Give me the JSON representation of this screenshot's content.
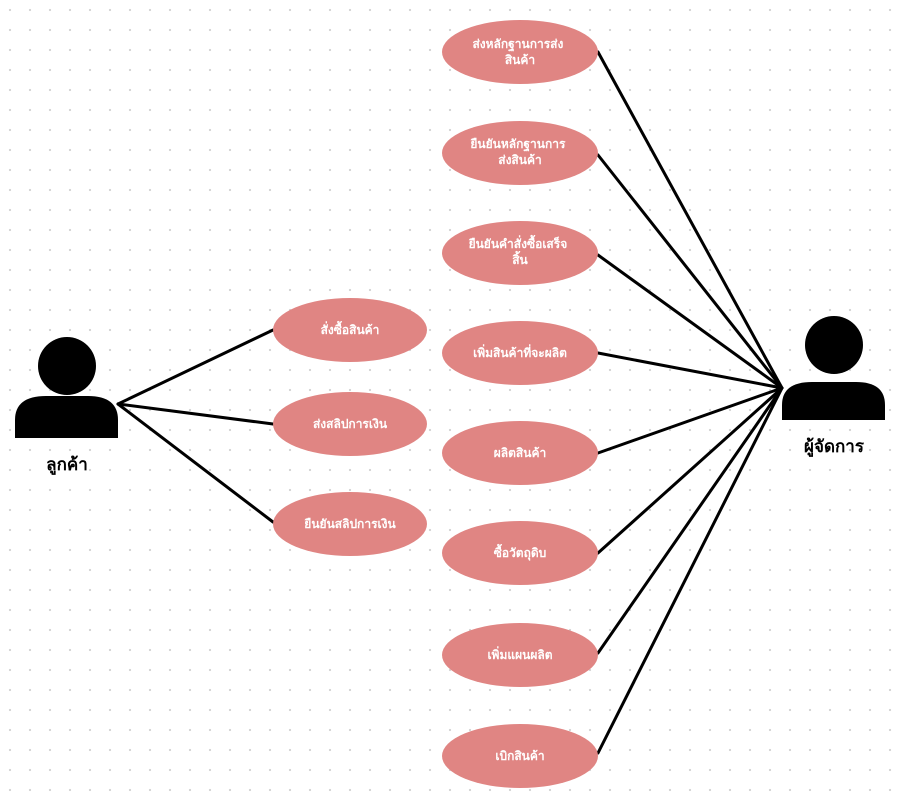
{
  "colors": {
    "use_case_fill": "#e08583",
    "use_case_text": "#ffffff",
    "actor": "#000000",
    "line": "#000000",
    "background": "#ffffff",
    "grid_dot": "#d6d6d6"
  },
  "actors": {
    "customer": {
      "label": "ลูกค้า",
      "icon": "person-icon"
    },
    "manager": {
      "label": "ผู้จัดการ",
      "icon": "person-icon"
    }
  },
  "customer_use_cases": [
    {
      "lines": [
        "สั่งซื้อสินค้า"
      ]
    },
    {
      "lines": [
        "ส่งสลิปการเงิน"
      ]
    },
    {
      "lines": [
        "ยืนยันสลิปการเงิน"
      ]
    }
  ],
  "manager_use_cases": [
    {
      "lines": [
        "ส่งหลักฐานการส่ง",
        "สินค้า"
      ]
    },
    {
      "lines": [
        "ยืนยันหลักฐานการ",
        "ส่งสินค้า"
      ]
    },
    {
      "lines": [
        "ยืนยันคำสั่งซื้อเสร็จ",
        "สิ้น"
      ]
    },
    {
      "lines": [
        "เพิ่มสินค้าที่จะผลิต"
      ]
    },
    {
      "lines": [
        "ผลิตสินค้า"
      ]
    },
    {
      "lines": [
        "ซื้อวัตถุดิบ"
      ]
    },
    {
      "lines": [
        "เพิ่มแผนผลิต"
      ]
    },
    {
      "lines": [
        "เบิกสินค้า"
      ]
    }
  ]
}
